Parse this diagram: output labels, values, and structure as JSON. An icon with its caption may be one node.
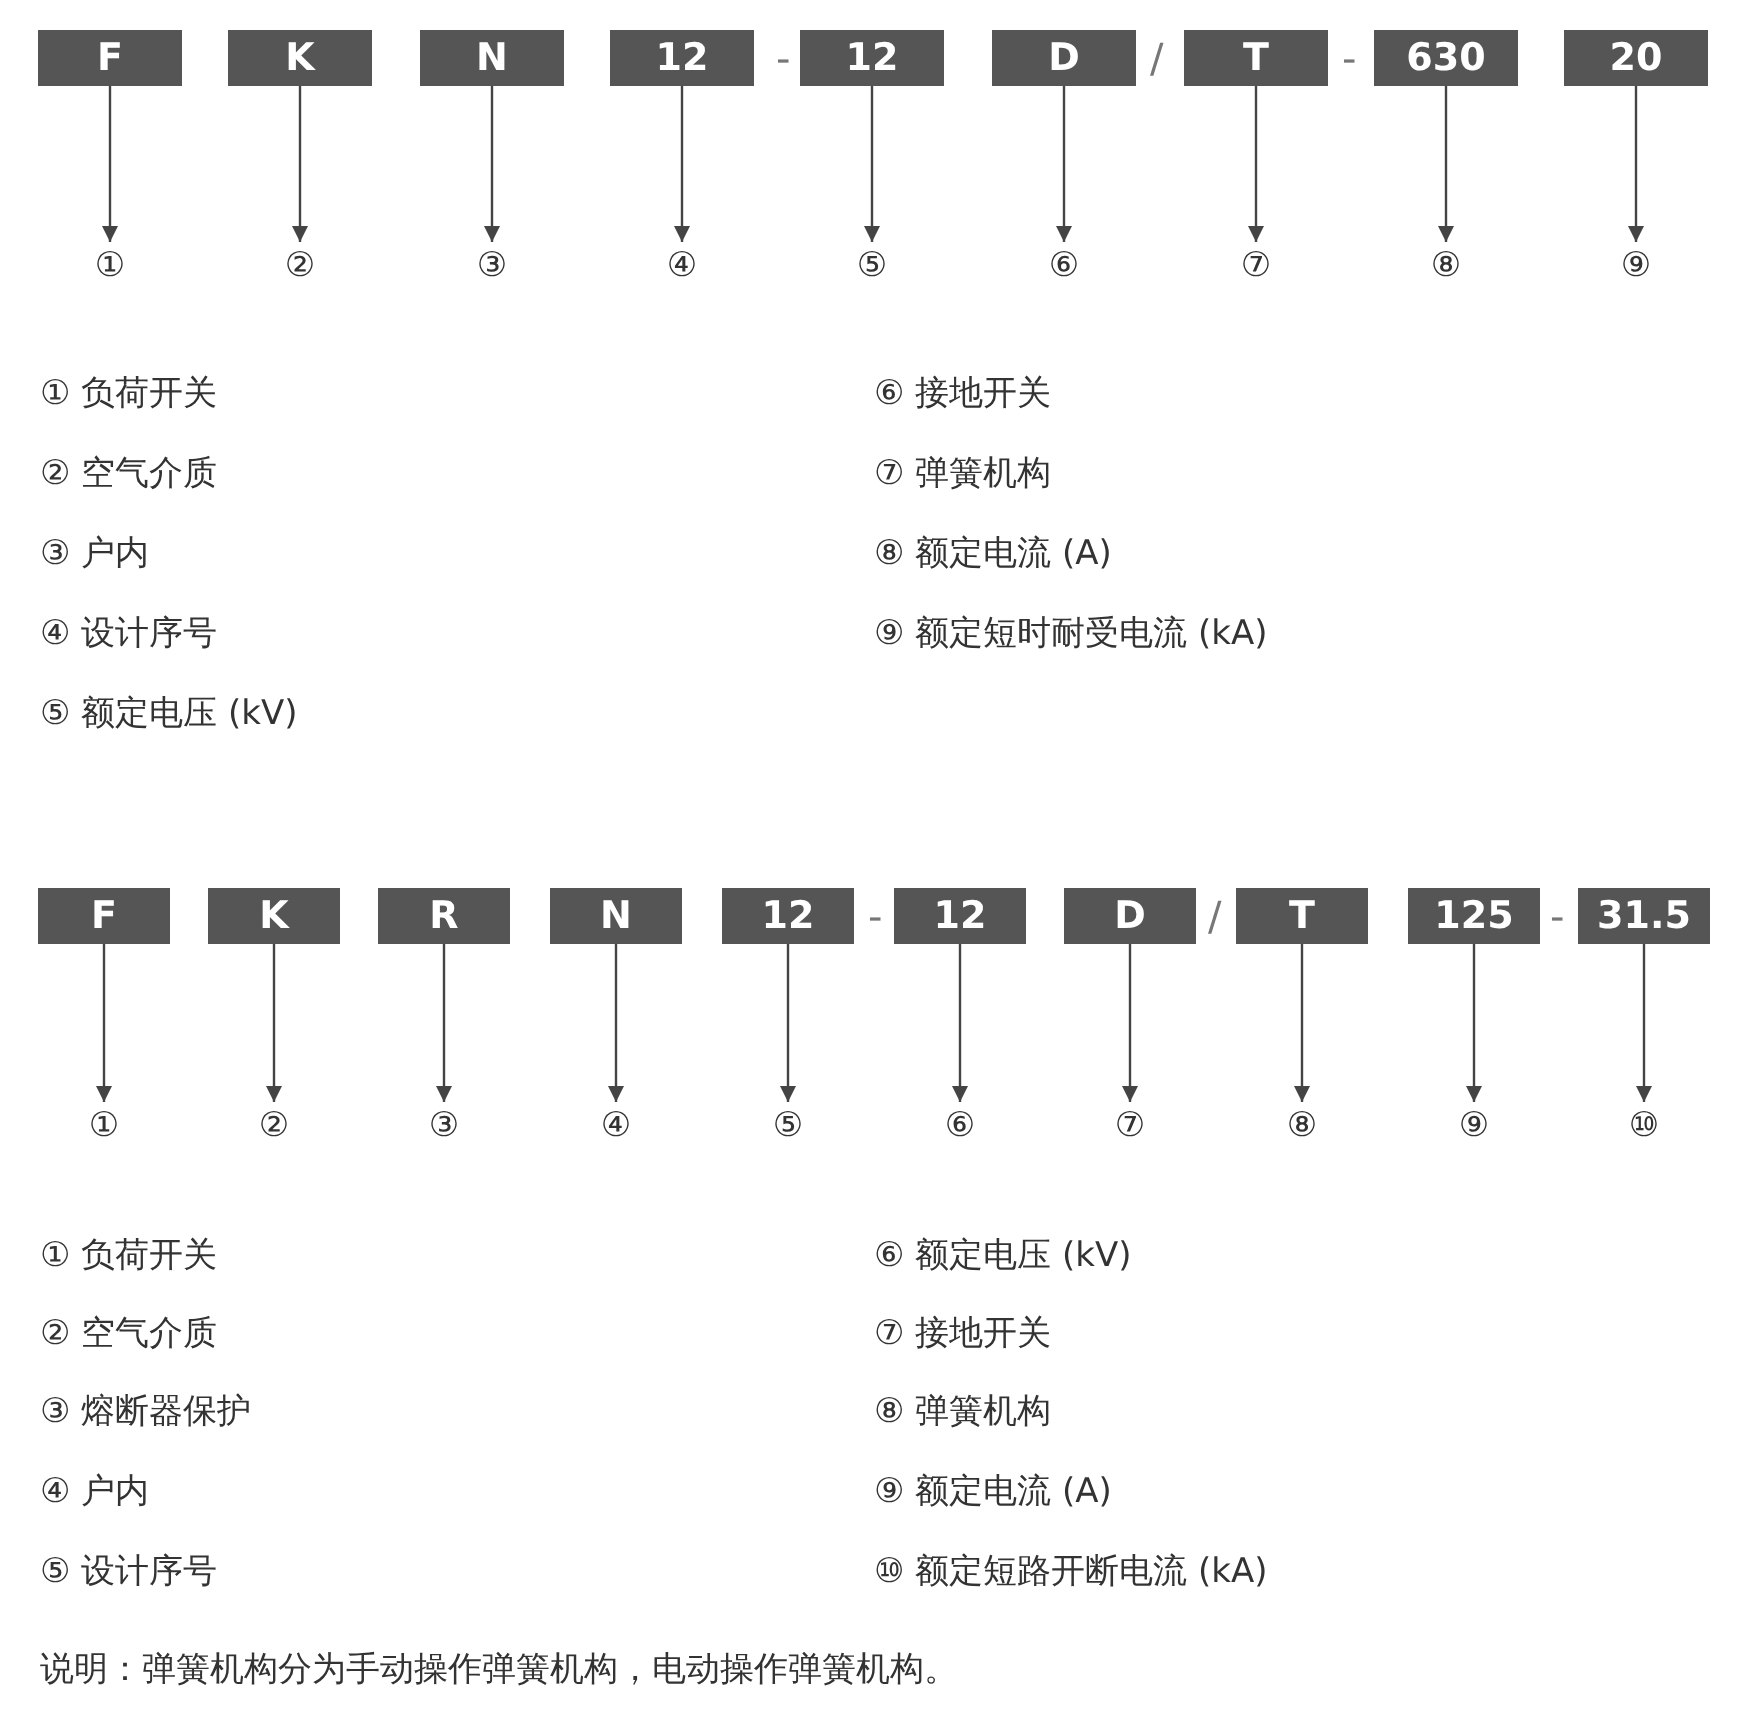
{
  "diagram": {
    "nodes": [
      {
        "text": [
          "F"
        ]
      },
      {
        "text": [
          "K"
        ]
      },
      {
        "text": [
          "N"
        ]
      },
      {
        "text": [
          "12"
        ]
      },
      {
        "text": [
          "12"
        ]
      },
      {
        "text": [
          "D"
        ]
      },
      {
        "text": [
          "T"
        ]
      },
      {
        "text": [
          "630"
        ]
      },
      {
        "text": [
          "20"
        ]
      },
      {
        "text": [
          "①"
        ]
      },
      {
        "text": [
          "②"
        ]
      },
      {
        "text": [
          "③"
        ]
      },
      {
        "text": [
          "④"
        ]
      },
      {
        "text": [
          "⑤"
        ]
      },
      {
        "text": [
          "⑥"
        ]
      },
      {
        "text": [
          "⑦"
        ]
      },
      {
        "text": [
          "⑧"
        ]
      },
      {
        "text": [
          "⑨"
        ]
      },
      {
        "text": [
          "F"
        ]
      },
      {
        "text": [
          "K"
        ]
      },
      {
        "text": [
          "R"
        ]
      },
      {
        "text": [
          "N"
        ]
      },
      {
        "text": [
          "12"
        ]
      },
      {
        "text": [
          "12"
        ]
      },
      {
        "text": [
          "D"
        ]
      },
      {
        "text": [
          "T"
        ]
      },
      {
        "text": [
          "125"
        ]
      },
      {
        "text": [
          "31.5"
        ]
      },
      {
        "text": [
          "①"
        ]
      },
      {
        "text": [
          "②"
        ]
      },
      {
        "text": [
          "③"
        ]
      },
      {
        "text": [
          "④"
        ]
      },
      {
        "text": [
          "⑤"
        ]
      },
      {
        "text": [
          "⑥"
        ]
      },
      {
        "text": [
          "⑦"
        ]
      },
      {
        "text": [
          "⑧"
        ]
      },
      {
        "text": [
          "⑨"
        ]
      },
      {
        "text": [
          "⑩"
        ]
      }
    ],
    "edges": [
      {
        "from": 0,
        "to": 9,
        "arrow": "to"
      },
      {
        "from": 1,
        "to": 10,
        "arrow": "to"
      },
      {
        "from": 2,
        "to": 11,
        "arrow": "to"
      },
      {
        "from": 3,
        "to": 12,
        "arrow": "to"
      },
      {
        "from": 4,
        "to": 13,
        "arrow": "to"
      },
      {
        "from": 5,
        "to": 14,
        "arrow": "to"
      },
      {
        "from": 6,
        "to": 15,
        "arrow": "to"
      },
      {
        "from": 7,
        "to": 16,
        "arrow": "to"
      },
      {
        "from": 8,
        "to": 17,
        "arrow": "to"
      },
      {
        "from": 18,
        "to": 28,
        "arrow": "to"
      },
      {
        "from": 19,
        "to": 29,
        "arrow": "to"
      },
      {
        "from": 20,
        "to": 30,
        "arrow": "to"
      },
      {
        "from": 21,
        "to": 31,
        "arrow": "to"
      },
      {
        "from": 22,
        "to": 32,
        "arrow": "to"
      },
      {
        "from": 23,
        "to": 33,
        "arrow": "to"
      },
      {
        "from": 24,
        "to": 34,
        "arrow": "to"
      },
      {
        "from": 25,
        "to": 35,
        "arrow": "to"
      },
      {
        "from": 26,
        "to": 36,
        "arrow": "to"
      },
      {
        "from": 27,
        "to": 37,
        "arrow": "to"
      }
    ],
    "labels": [
      "-",
      "/",
      "-",
      "① 负荷开关",
      "⑥ 接地开关",
      "② 空气介质",
      "⑦ 弹簧机构",
      "③ 户内",
      "⑧ 额定电流 (A)",
      "④ 设计序号",
      "⑨ 额定短时耐受电流 (kA)",
      "⑤ 额定电压 (kV)",
      "-",
      "/",
      "-",
      "① 负荷开关",
      "⑥ 额定电压 (kV)",
      "② 空气介质",
      "⑦ 接地开关",
      "③ 熔断器保护",
      "⑧ 弹簧机构",
      "④ 户内",
      "⑨ 额定电流 (A)",
      "⑤ 设计序号",
      "⑩ 额定短路开断电流 (kA)",
      "说明：弹簧机构分为手动操作弹簧机构，电动操作弹簧机构。"
    ]
  }
}
